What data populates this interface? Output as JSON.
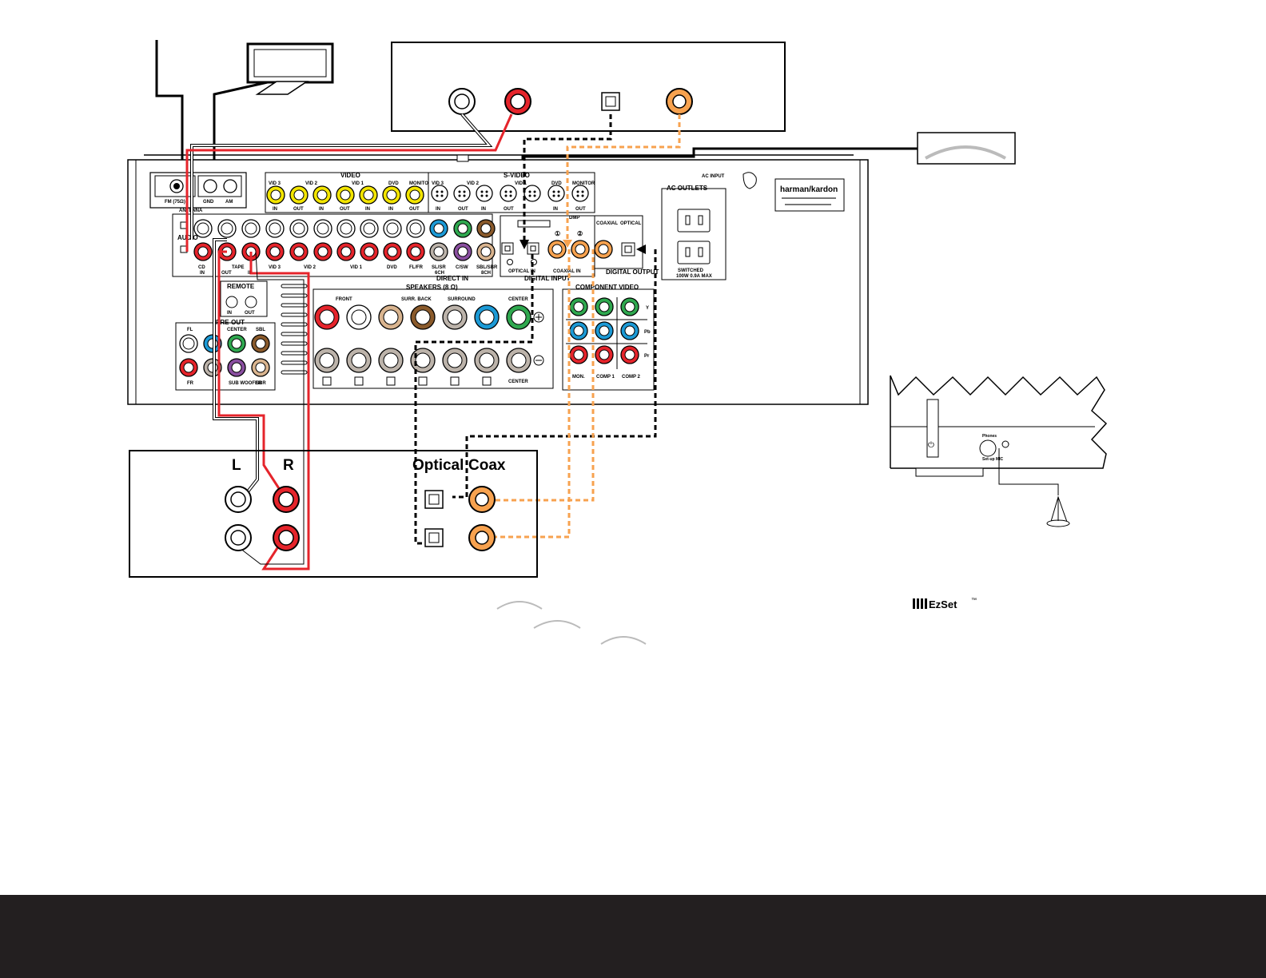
{
  "antenna": {
    "title": "ANTENNA",
    "fm": "FM (75Ω)",
    "gnd": "GND",
    "am": "AM"
  },
  "audio": {
    "title": "AUDIO",
    "cd": "CD",
    "tape": "TAPE",
    "in": "IN",
    "out": "OUT"
  },
  "video_section": {
    "title": "VIDEO",
    "cols": [
      "VID 3",
      "VID 2",
      "VID 1",
      "DVD",
      "MONITOR"
    ],
    "jack_labels": [
      "IN",
      "OUT",
      "IN",
      "OUT",
      "IN",
      "IN",
      "OUT"
    ]
  },
  "svideo": {
    "title": "S-VIDEO",
    "cols": [
      "VID 3",
      "VID 2",
      "VID 1",
      "DVD",
      "MONITOR"
    ],
    "jack_labels": [
      "IN",
      "OUT",
      "IN",
      "OUT",
      "IN",
      "OUT"
    ]
  },
  "bottom_row_labels": [
    "VID 3",
    "VID 2",
    "VID 1",
    "DVD"
  ],
  "direct_in": {
    "title": "DIRECT IN",
    "fl_fr": "FL/FR",
    "sl_sr": "SL/SR",
    "c_sw": "C/SW",
    "sbl_sbr": "SBL/SBR",
    "ch6": "6CH",
    "ch8": "8CH"
  },
  "digital_input": {
    "title": "DIGITAL INPUT",
    "optical_in": "OPTICAL IN",
    "coaxial_in": "COAXIAL IN",
    "dmp": "DMP",
    "num1": "①",
    "num2": "②"
  },
  "digital_output": {
    "title": "DIGITAL OUTPUT",
    "coaxial": "COAXIAL",
    "optical": "OPTICAL"
  },
  "remote": {
    "title": "REMOTE",
    "in": "IN",
    "out": "OUT"
  },
  "preout": {
    "title": "PRE-OUT",
    "fl": "FL",
    "fr": "FR",
    "center": "CENTER",
    "sbl": "SBL",
    "sbr": "SBR",
    "sub": "SUB WOOFER"
  },
  "speakers": {
    "title": "SPEAKERS (8 Ω)",
    "front": "FRONT",
    "surr_back": "SURR. BACK",
    "surround": "SURROUND",
    "center": "CENTER"
  },
  "component_video": {
    "title": "COMPONENT VIDEO",
    "y": "Y",
    "pb": "Pb",
    "pr": "Pr",
    "mon": "MON.",
    "comp1": "COMP 1",
    "comp2": "COMP 2"
  },
  "ac": {
    "input_title": "AC INPUT",
    "outlets_title": "AC OUTLETS",
    "switched": "SWITCHED",
    "switched_max": "100W 0.9A MAX"
  },
  "brand": {
    "logo": "harman/kardon"
  },
  "source_device": {
    "left": "L",
    "right": "R",
    "optical": "Optical",
    "coax": "Coax"
  },
  "front_panel": {
    "phones": "Phones",
    "setup_mic": "Set-up MIC"
  },
  "ezset": {
    "logo": "EzSet",
    "tm": "™"
  },
  "colors": {
    "red": "#e5242b",
    "orange": "#f7a24f",
    "yellow": "#f3e500",
    "blue": "#1c9ad6",
    "green": "#2fa84f",
    "purple": "#8a4fa0",
    "tan": "#d9b48f",
    "brown": "#8a5a2b",
    "gray": "#bcb3aa",
    "footer": "#231f20"
  }
}
